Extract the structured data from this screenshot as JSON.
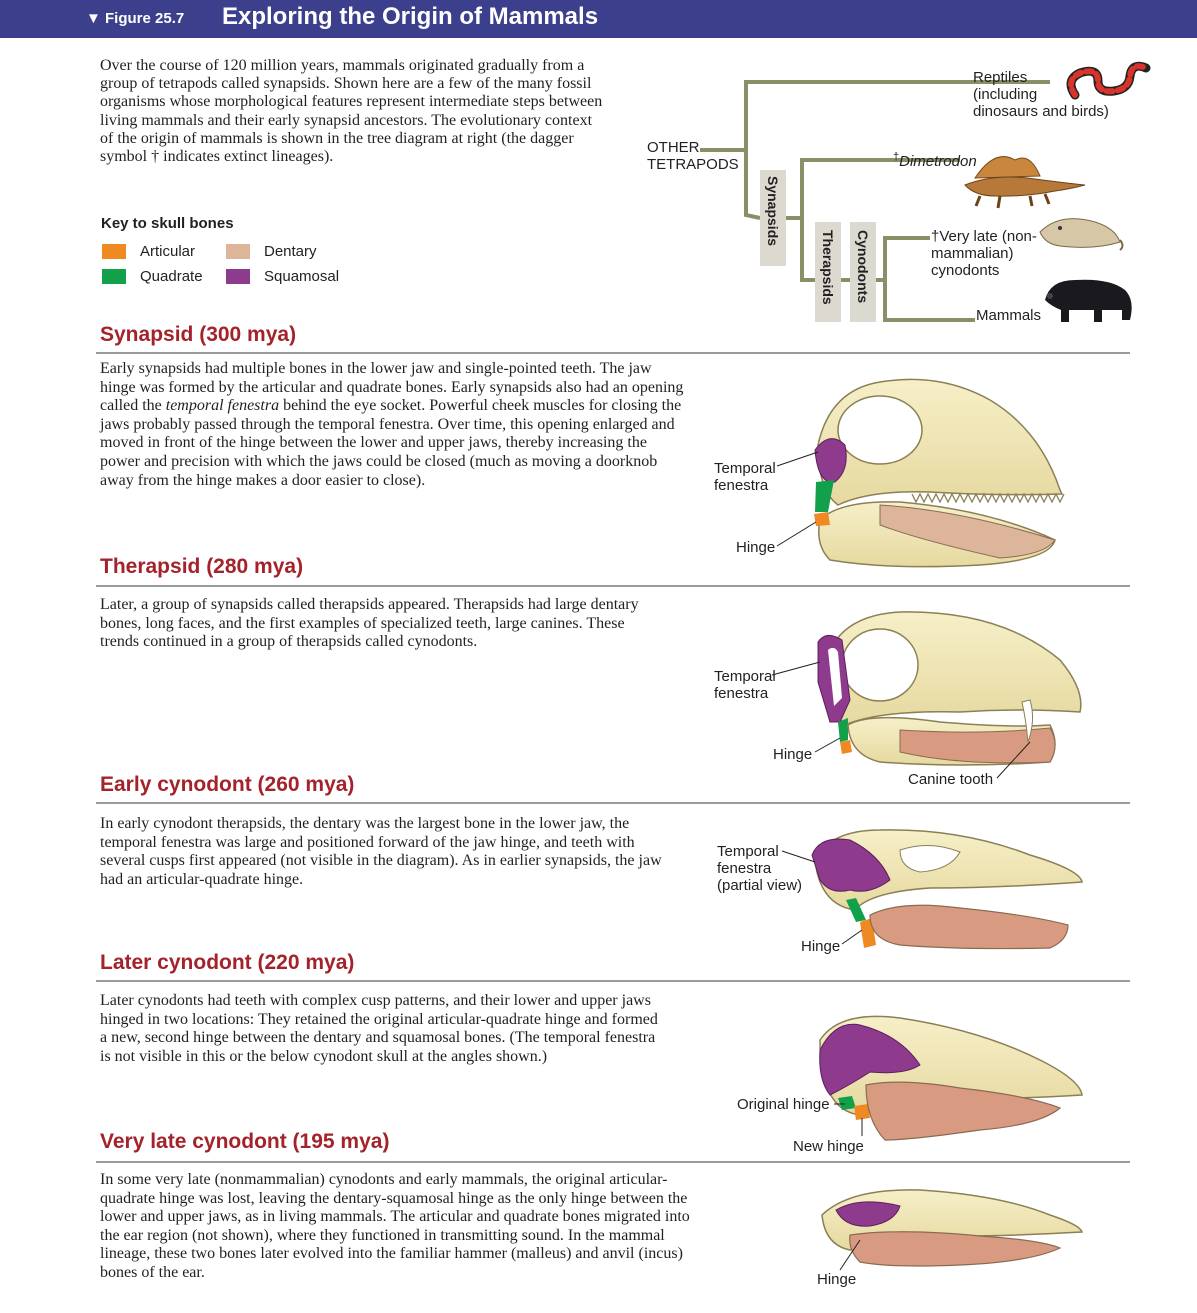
{
  "header": {
    "figure": "▼ Figure 25.7",
    "title": "Exploring the Origin of Mammals"
  },
  "intro": "Over the course of 120 million years, mammals originated gradually from a group of tetrapods called synapsids. Shown here are a few of the many fossil organisms whose morphological features represent intermediate steps between living mammals and their early synapsid ancestors. The evolutionary context of the origin of mammals is shown in the tree diagram at right (the dagger symbol † indicates extinct lineages).",
  "key": {
    "title": "Key to skull bones",
    "items": [
      {
        "label": "Articular",
        "color": "#ef8a23"
      },
      {
        "label": "Dentary",
        "color": "#ddb59a"
      },
      {
        "label": "Quadrate",
        "color": "#12a04a"
      },
      {
        "label": "Squamosal",
        "color": "#8e3a8d"
      }
    ]
  },
  "tree": {
    "other_tetrapods": [
      "OTHER",
      "TETRAPODS"
    ],
    "reptiles": [
      "Reptiles",
      "(including",
      "dinosaurs and birds)"
    ],
    "dimetrodon_dagger": "†",
    "dimetrodon": "Dimetrodon",
    "very_late": [
      "†Very late (non-",
      "mammalian)",
      "cynodonts"
    ],
    "mammals": "Mammals",
    "clades": {
      "synapsids": "Synapsids",
      "therapsids": "Therapsids",
      "cynodonts": "Cynodonts"
    },
    "branch_color": "#8b8f68"
  },
  "sections": [
    {
      "title": "Synapsid (300 mya)",
      "text": "Early synapsids had multiple bones in the lower jaw and single-pointed teeth. The jaw hinge was formed by the articular and quadrate bones. Early synapsids also had an opening called the temporal fenestra behind the eye socket. Powerful cheek muscles for closing the jaws probably passed through the temporal fenestra. Over time, this opening enlarged and moved in front of the hinge between the lower and upper jaws, thereby increasing the power and precision with which the jaws could be closed (much as moving a doorknob away from the hinge makes a door easier to close).",
      "labels": {
        "fenestra": [
          "Temporal",
          "fenestra"
        ],
        "hinge": "Hinge"
      }
    },
    {
      "title": "Therapsid (280 mya)",
      "text": "Later, a group of synapsids called therapsids appeared. Therapsids had large dentary bones, long faces, and the first examples of specialized teeth, large canines. These trends continued in a group of therapsids called cynodonts.",
      "labels": {
        "fenestra": [
          "Temporal",
          "fenestra"
        ],
        "hinge": "Hinge",
        "canine": "Canine tooth"
      }
    },
    {
      "title": "Early cynodont (260 mya)",
      "text": "In early cynodont therapsids, the dentary was the largest bone in the lower jaw, the temporal fenestra was large and positioned forward of the jaw hinge, and teeth with several cusps first appeared (not visible in the diagram). As in earlier synapsids, the jaw had an articular-quadrate hinge.",
      "labels": {
        "fenestra": [
          "Temporal",
          "fenestra",
          "(partial view)"
        ],
        "hinge": "Hinge"
      }
    },
    {
      "title": "Later cynodont (220 mya)",
      "text": "Later cynodonts had teeth with complex cusp patterns, and their lower and upper jaws hinged in two locations: They retained the original articular-quadrate hinge and formed a new, second hinge between the dentary and squamosal bones. (The temporal fenestra is not visible in this or the below cynodont skull at the angles shown.)",
      "labels": {
        "original": "Original hinge",
        "new": "New hinge"
      }
    },
    {
      "title": "Very late cynodont (195 mya)",
      "text": "In some very late (nonmammalian) cynodonts and early mammals, the original articular-quadrate hinge was lost, leaving the dentary-squamosal hinge as the only hinge between the lower and upper jaws, as in living mammals. The articular and quadrate bones migrated into the ear region (not shown), where they functioned in transmitting sound. In the mammal lineage, these two bones later evolved into the familiar hammer (malleus) and anvil (incus) bones of the ear.",
      "labels": {
        "hinge": "Hinge"
      }
    }
  ]
}
